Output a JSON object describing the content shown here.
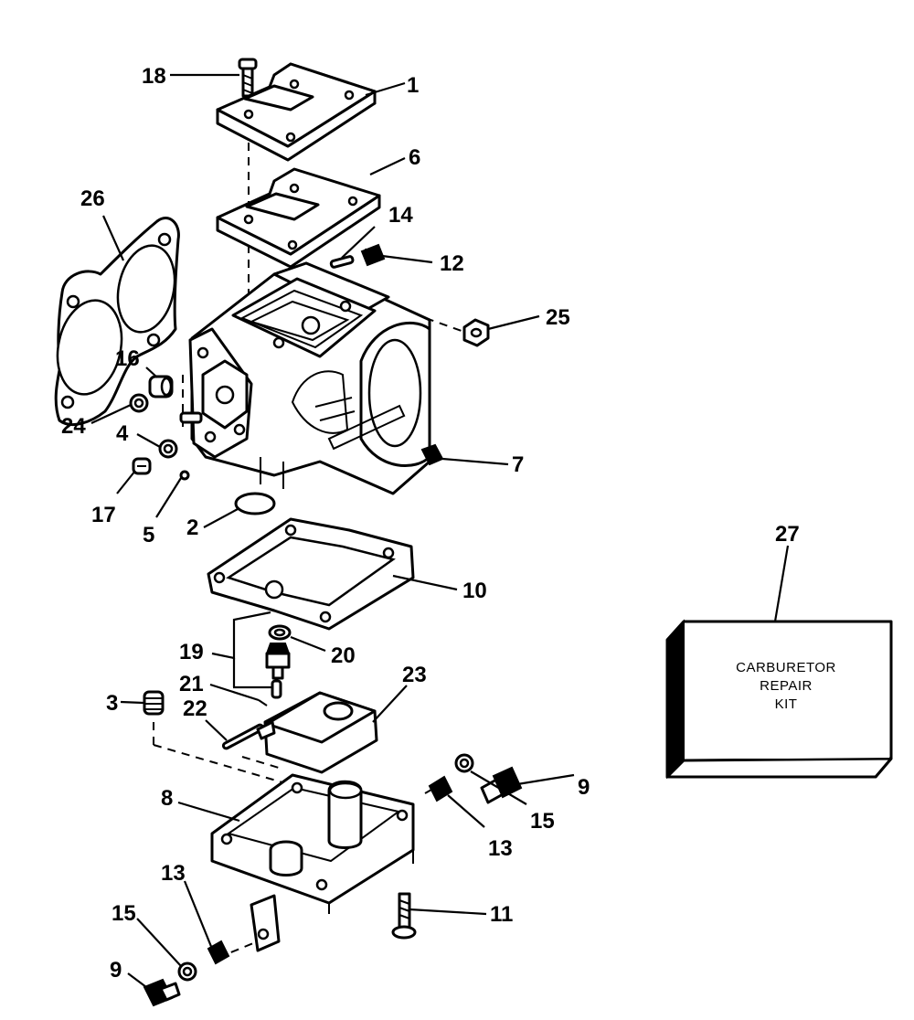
{
  "callouts": {
    "c1": "1",
    "c2": "2",
    "c3": "3",
    "c4": "4",
    "c5": "5",
    "c6": "6",
    "c7": "7",
    "c8": "8",
    "c9a": "9",
    "c9b": "9",
    "c10": "10",
    "c11": "11",
    "c12": "12",
    "c13a": "13",
    "c13b": "13",
    "c14": "14",
    "c15a": "15",
    "c15b": "15",
    "c16": "16",
    "c17": "17",
    "c18": "18",
    "c19": "19",
    "c20": "20",
    "c21": "21",
    "c22": "22",
    "c23": "23",
    "c24": "24",
    "c25": "25",
    "c26": "26",
    "c27": "27"
  },
  "kit": {
    "line1": "CARBURETOR",
    "line2": "REPAIR",
    "line3": "KIT"
  }
}
